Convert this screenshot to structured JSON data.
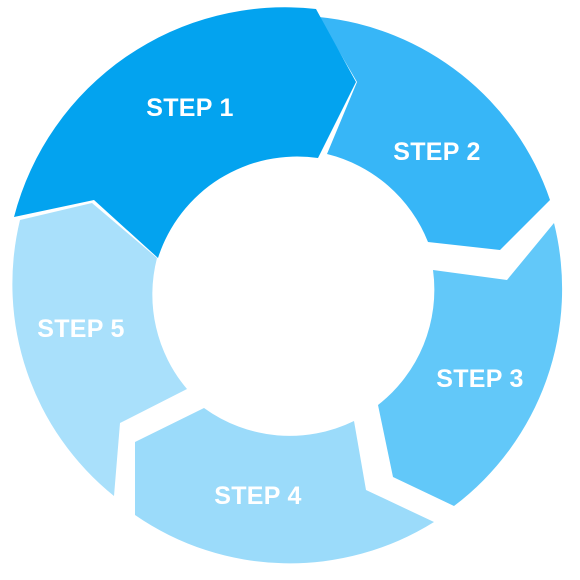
{
  "diagram": {
    "type": "cycle",
    "steps": [
      {
        "label": "STEP 1",
        "color": "#03a3ef"
      },
      {
        "label": "STEP 2",
        "color": "#37b6f7"
      },
      {
        "label": "STEP 3",
        "color": "#62c8f9"
      },
      {
        "label": "STEP 4",
        "color": "#9bdbfa"
      },
      {
        "label": "STEP 5",
        "color": "#a9e0fb"
      }
    ]
  }
}
